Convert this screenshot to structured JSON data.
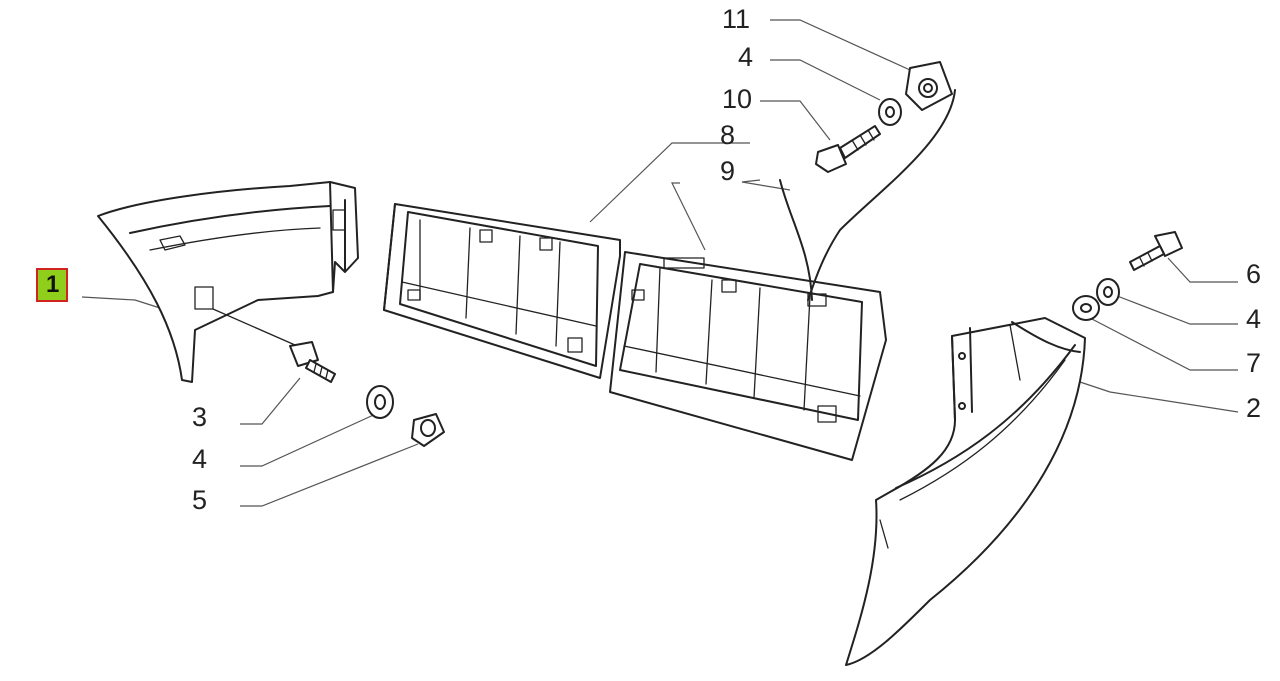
{
  "diagram": {
    "callouts": [
      {
        "id": "1",
        "text": "1",
        "highlighted": true
      },
      {
        "id": "2",
        "text": "2"
      },
      {
        "id": "3",
        "text": "3"
      },
      {
        "id": "4a",
        "text": "4"
      },
      {
        "id": "4b",
        "text": "4"
      },
      {
        "id": "4c",
        "text": "4"
      },
      {
        "id": "5",
        "text": "5"
      },
      {
        "id": "6",
        "text": "6"
      },
      {
        "id": "7",
        "text": "7"
      },
      {
        "id": "8",
        "text": "8"
      },
      {
        "id": "9",
        "text": "9"
      },
      {
        "id": "10",
        "text": "10"
      },
      {
        "id": "11",
        "text": "11"
      }
    ],
    "highlight_color": "#8fce1a",
    "highlight_border": "#d22222"
  }
}
